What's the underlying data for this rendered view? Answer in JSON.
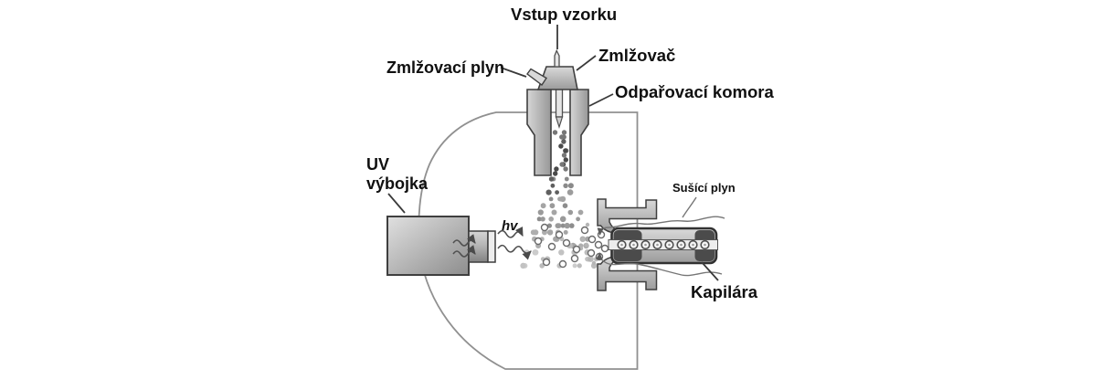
{
  "diagram": {
    "description_labels": {
      "vstup_vzorku": "Vstup vzorku",
      "zmlzovaci_plyn": "Zmlžovací plyn",
      "zmlzovac": "Zmlžovač",
      "odparovaci_komora": "Odpařovací komora",
      "uv_vybojka_line1": "UV",
      "uv_vybojka_line2": "výbojka",
      "hv": "hv",
      "susici_plyn": "Sušící plyn",
      "kapilara": "Kapilára"
    },
    "colors": {
      "background": "#ffffff",
      "label_text": "#101010",
      "part_outline": "#3f3f3f",
      "chamber_outline": "#909090",
      "metal_light": "#d8d8d8",
      "metal_dark": "#8f8f8f",
      "capillary_sleeve": "#4b4b4b",
      "droplet_dark": "#585858",
      "droplet_light": "#c8c8c8"
    }
  }
}
